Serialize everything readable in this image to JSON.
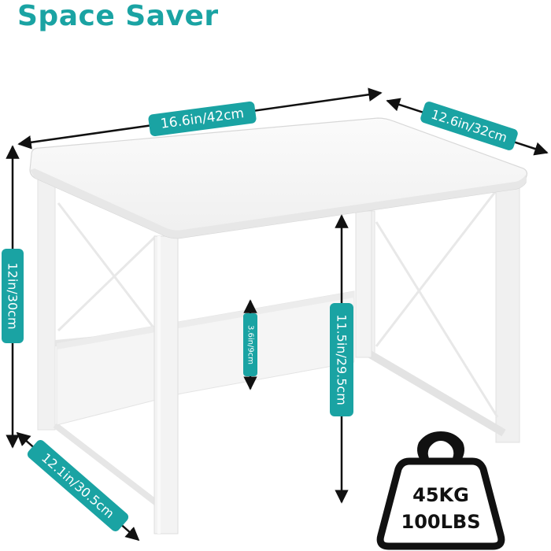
{
  "headline": "Space Saver",
  "dimensions": {
    "width": "16.6in/42cm",
    "depth": "12.6in/32cm",
    "height": "12in/30cm",
    "front_depth": "12.1in/30.5cm",
    "under_height": "11.5in/29.5cm",
    "panel_height": "3.6in/9cm"
  },
  "load": {
    "kg": "45KG",
    "lbs": "100LBS"
  },
  "colors": {
    "accent": "#1aa3a3",
    "arrow": "#111111",
    "desk_white": "#f7f7f7",
    "desk_edge": "#dcdcdc"
  }
}
